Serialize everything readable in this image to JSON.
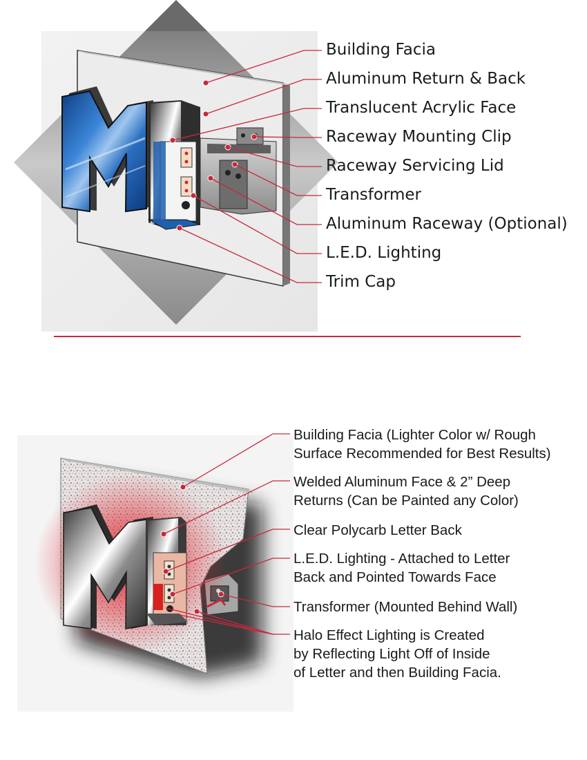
{
  "colors": {
    "accent_line": "#c8283c",
    "leader": "#c8283c",
    "letter_blue": "#1f5fae",
    "halo_red": "#e0202a",
    "wall_light": "#ededed",
    "diamond_gray": "#9a9a9a"
  },
  "channel_letter": {
    "labels": [
      "Building Facia",
      "Aluminum Return & Back",
      "Translucent Acrylic Face",
      "Raceway Mounting Clip",
      "Raceway Servicing Lid",
      "Transformer",
      "Aluminum Raceway (Optional)",
      "L.E.D. Lighting",
      "Trim Cap"
    ]
  },
  "halo_letter": {
    "labels": [
      [
        "Building Facia (Lighter Color w/ Rough",
        "Surface Recommended for Best Results)"
      ],
      [
        "Welded Aluminum Face & 2” Deep",
        "Returns (Can be Painted any Color)"
      ],
      [
        "Clear Polycarb Letter Back"
      ],
      [
        "L.E.D. Lighting - Attached to Letter",
        "Back and Pointed Towards Face"
      ],
      [
        "Transformer (Mounted Behind Wall)"
      ],
      [
        "Halo Effect Lighting is Created",
        "by Reflecting Light Off of Inside",
        "of Letter and then Building Facia."
      ]
    ]
  }
}
